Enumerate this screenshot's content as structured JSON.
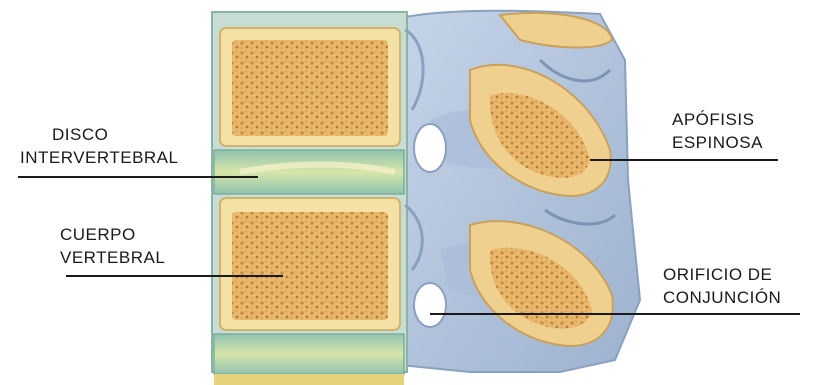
{
  "labels": {
    "disco": {
      "line1": "DISCO",
      "line2": "INTERVERTEBRAL"
    },
    "cuerpo": {
      "line1": "CUERPO",
      "line2": "VERTEBRAL"
    },
    "apofisis": {
      "line1": "APÓFISIS",
      "line2": "ESPINOSA"
    },
    "orificio": {
      "line1": "ORIFICIO DE",
      "line2": "CONJUNCIÓN"
    }
  },
  "colors": {
    "bone_cortex": "#f3e1a6",
    "bone_spongy": "#d9a35a",
    "disc": "#9dc7b4",
    "ligament_blue": "#b7c9df",
    "foramen": "#ffffff",
    "leader_line": "#1a1a1a"
  }
}
